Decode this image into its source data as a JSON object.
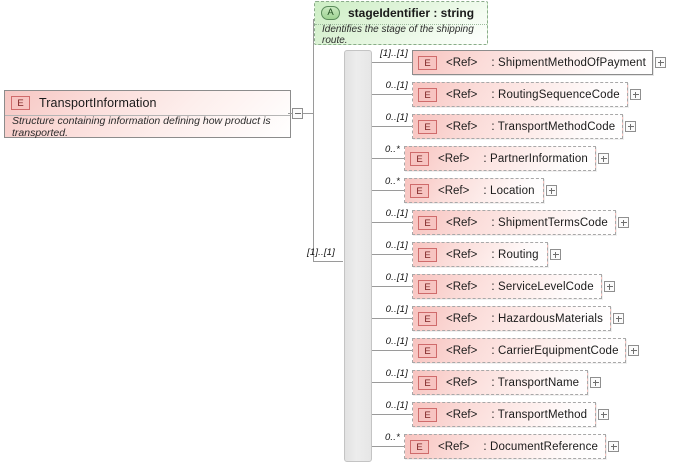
{
  "diagram": {
    "type": "xsd-schema-tree",
    "root": {
      "icon": "element-icon",
      "name": "TransportInformation",
      "documentation": "Structure containing information defining how product is transported.",
      "collapse_control": "minus-box"
    },
    "attribute": {
      "icon": "attribute-icon",
      "name": "stageIdentifier : string",
      "documentation": "Identifies the stage of the shipping route."
    },
    "compositor": {
      "kind": "sequence",
      "cardinality": "[1]..[1]"
    },
    "children": [
      {
        "icon": "element-icon",
        "ref": "<Ref>",
        "name": ": ShipmentMethodOfPayment",
        "cardinality": "[1]..[1]",
        "required": true,
        "expand": "plus-box"
      },
      {
        "icon": "element-icon",
        "ref": "<Ref>",
        "name": ": RoutingSequenceCode",
        "cardinality": "0..[1]",
        "required": false,
        "expand": "plus-box"
      },
      {
        "icon": "element-icon",
        "ref": "<Ref>",
        "name": ": TransportMethodCode",
        "cardinality": "0..[1]",
        "required": false,
        "expand": "plus-box"
      },
      {
        "icon": "element-icon",
        "ref": "<Ref>",
        "name": ": PartnerInformation",
        "cardinality": "0..*",
        "required": false,
        "expand": "plus-box"
      },
      {
        "icon": "element-icon",
        "ref": "<Ref>",
        "name": ": Location",
        "cardinality": "0..*",
        "required": false,
        "expand": "plus-box"
      },
      {
        "icon": "element-icon",
        "ref": "<Ref>",
        "name": ": ShipmentTermsCode",
        "cardinality": "0..[1]",
        "required": false,
        "expand": "plus-box"
      },
      {
        "icon": "element-icon",
        "ref": "<Ref>",
        "name": ": Routing",
        "cardinality": "0..[1]",
        "required": false,
        "expand": "plus-box"
      },
      {
        "icon": "element-icon",
        "ref": "<Ref>",
        "name": ": ServiceLevelCode",
        "cardinality": "0..[1]",
        "required": false,
        "expand": "plus-box"
      },
      {
        "icon": "element-icon",
        "ref": "<Ref>",
        "name": ": HazardousMaterials",
        "cardinality": "0..[1]",
        "required": false,
        "expand": "plus-box"
      },
      {
        "icon": "element-icon",
        "ref": "<Ref>",
        "name": ": CarrierEquipmentCode",
        "cardinality": "0..[1]",
        "required": false,
        "expand": "plus-box"
      },
      {
        "icon": "element-icon",
        "ref": "<Ref>",
        "name": ": TransportName",
        "cardinality": "0..[1]",
        "required": false,
        "expand": "plus-box"
      },
      {
        "icon": "element-icon",
        "ref": "<Ref>",
        "name": ": TransportMethod",
        "cardinality": "0..[1]",
        "required": false,
        "expand": "plus-box"
      },
      {
        "icon": "element-icon",
        "ref": "<Ref>",
        "name": ": DocumentReference",
        "cardinality": "0..*",
        "required": false,
        "expand": "plus-box"
      }
    ],
    "colors": {
      "element_fill": "#f7c3bf",
      "element_border": "#8c8c8c",
      "attribute_fill": "#cdeec4",
      "attribute_border": "#8aab8a",
      "line": "#9a9a9a",
      "bar_fill": "#ededed"
    }
  }
}
